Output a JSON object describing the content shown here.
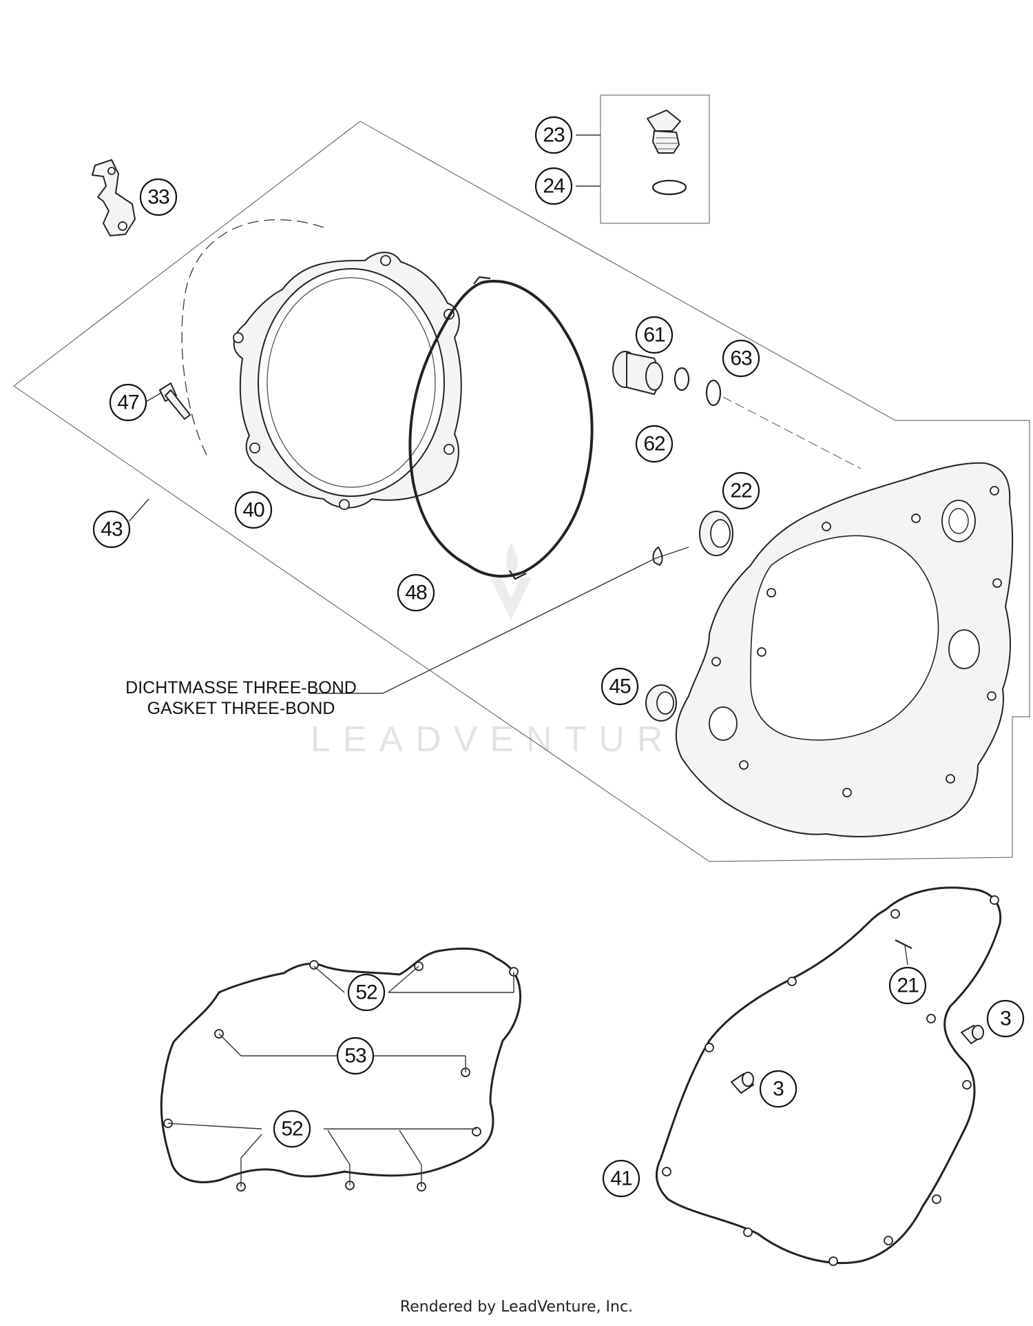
{
  "callouts": [
    {
      "id": "c23",
      "label": "23"
    },
    {
      "id": "c24",
      "label": "24"
    },
    {
      "id": "c33",
      "label": "33"
    },
    {
      "id": "c61",
      "label": "61"
    },
    {
      "id": "c63",
      "label": "63"
    },
    {
      "id": "c62",
      "label": "62"
    },
    {
      "id": "c47",
      "label": "47"
    },
    {
      "id": "c22",
      "label": "22"
    },
    {
      "id": "c40",
      "label": "40"
    },
    {
      "id": "c43",
      "label": "43"
    },
    {
      "id": "c48",
      "label": "48"
    },
    {
      "id": "c45",
      "label": "45"
    },
    {
      "id": "c52a",
      "label": "52"
    },
    {
      "id": "c53",
      "label": "53"
    },
    {
      "id": "c52b",
      "label": "52"
    },
    {
      "id": "c21",
      "label": "21"
    },
    {
      "id": "c3a",
      "label": "3"
    },
    {
      "id": "c3b",
      "label": "3"
    },
    {
      "id": "c41",
      "label": "41"
    }
  ],
  "note": {
    "line1": "DICHTMASSE THREE-BOND",
    "line2": "GASKET THREE-BOND"
  },
  "watermark": "LEADVENTURE",
  "footer": "Rendered by LeadVenture, Inc."
}
